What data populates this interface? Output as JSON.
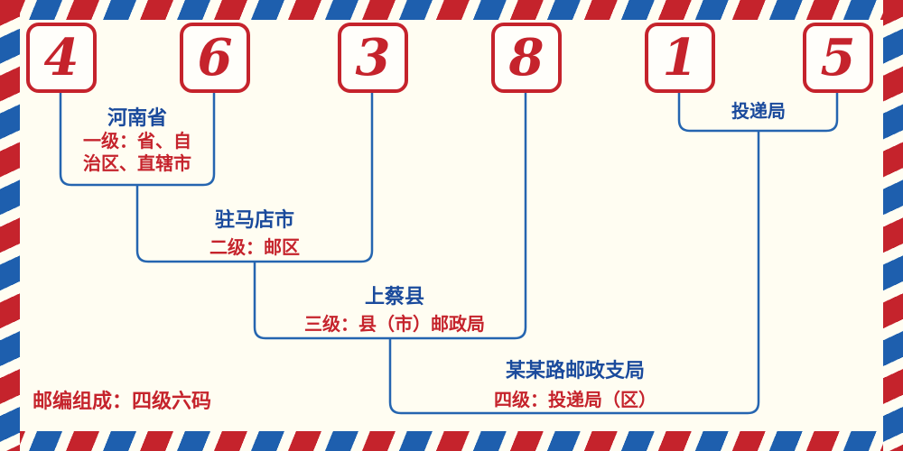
{
  "postal": {
    "digits": [
      "4",
      "6",
      "3",
      "8",
      "1",
      "5"
    ]
  },
  "labels": {
    "level1": {
      "name": "河南省",
      "desc_line1": "一级：省、自",
      "desc_line2": "治区、直辖市"
    },
    "level2": {
      "name": "驻马店市",
      "desc": "二级：邮区"
    },
    "level3": {
      "name": "上蔡县",
      "desc": "三级：县（市）邮政局"
    },
    "level4": {
      "name": "某某路邮政支局",
      "desc": "四级：投递局（区）"
    },
    "delivery_office": "投递局",
    "footer": "邮编组成：四级六码"
  },
  "colors": {
    "stripe_red": "#c5232c",
    "stripe_blue": "#1e5fae",
    "line_blue": "#2565b0",
    "name_blue": "#1a4a9c",
    "text_red": "#c5232c",
    "background": "#fffdf2"
  }
}
